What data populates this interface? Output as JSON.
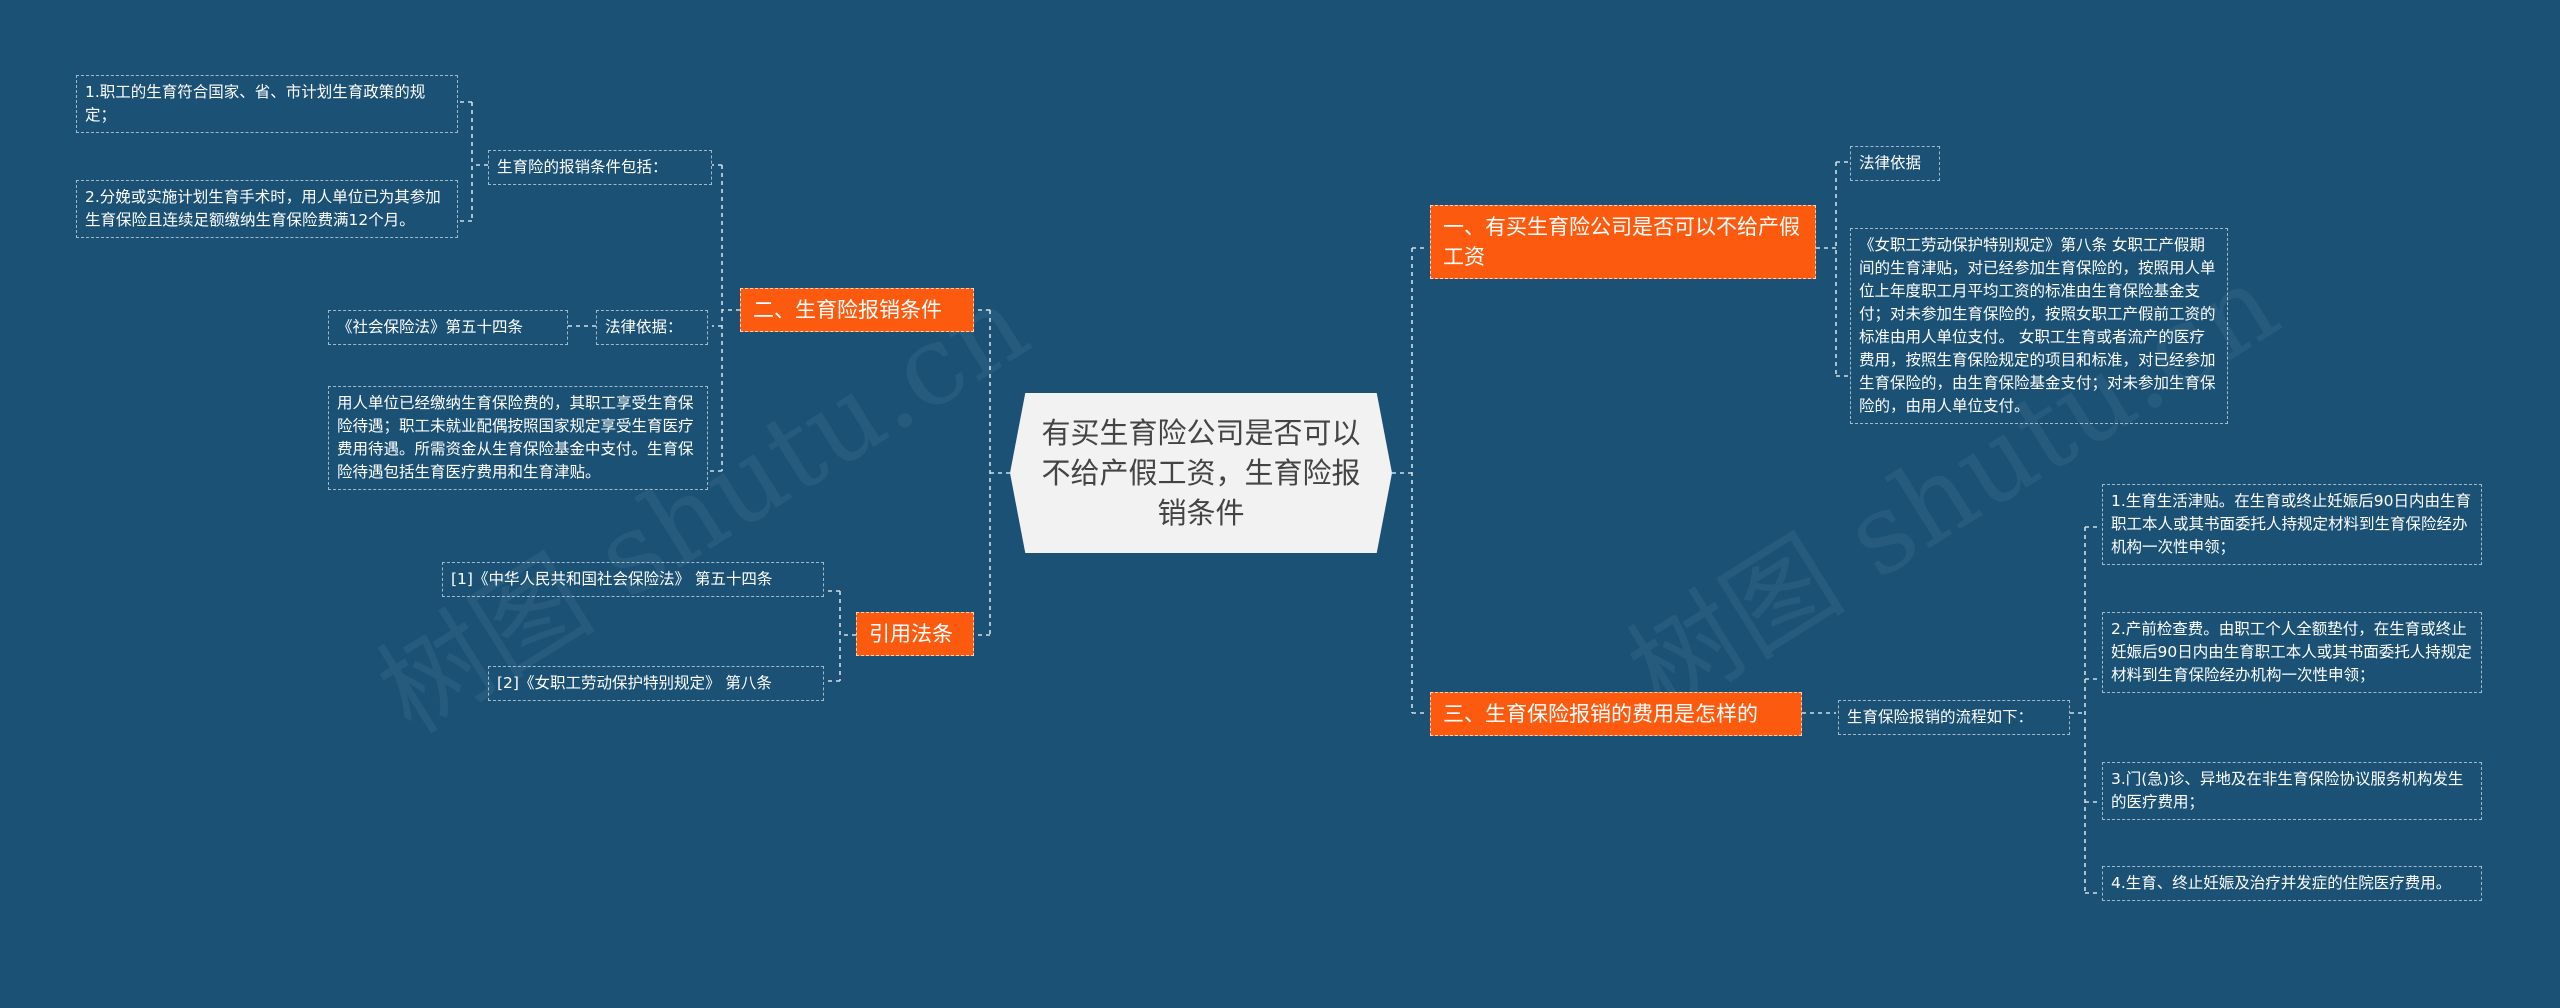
{
  "root": {
    "title": "有买生育险公司是否可以不给产假工资，生育险报销条件"
  },
  "watermark": {
    "text": "树图 shutu.cn"
  },
  "topics": {
    "t1": {
      "label": "一、有买生育险公司是否可以不给产假工资"
    },
    "t2": {
      "label": "二、生育险报销条件"
    },
    "t3": {
      "label": "三、生育保险报销的费用是怎样的"
    },
    "t4": {
      "label": "引用法条"
    }
  },
  "leaves": {
    "t1_basis": "法律依据",
    "t1_text": "《女职工劳动保护特别规定》第八条 女职工产假期间的生育津贴，对已经参加生育保险的，按照用人单位上年度职工月平均工资的标准由生育保险基金支付；对未参加生育保险的，按照女职工产假前工资的标准由用人单位支付。 女职工生育或者流产的医疗费用，按照生育保险规定的项目和标准，对已经参加生育保险的，由生育保险基金支付；对未参加生育保险的，由用人单位支付。",
    "t2_cond_label": "生育险的报销条件包括：",
    "t2_cond1": "1.职工的生育符合国家、省、市计划生育政策的规定；",
    "t2_cond2": "2.分娩或实施计划生育手术时，用人单位已为其参加生育保险且连续足额缴纳生育保险费满12个月。",
    "t2_basis_label": "法律依据：",
    "t2_basis_law": "《社会保险法》第五十四条",
    "t2_text": "用人单位已经缴纳生育保险费的，其职工享受生育保险待遇；职工未就业配偶按照国家规定享受生育医疗费用待遇。所需资金从生育保险基金中支付。生育保险待遇包括生育医疗费用和生育津贴。",
    "t3_flow_label": "生育保险报销的流程如下：",
    "t3_item1": "1.生育生活津贴。在生育或终止妊娠后90日内由生育职工本人或其书面委托人持规定材料到生育保险经办机构一次性申领；",
    "t3_item2": "2.产前检查费。由职工个人全额垫付，在生育或终止妊娠后90日内由生育职工本人或其书面委托人持规定材料到生育保险经办机构一次性申领；",
    "t3_item3": "3.门(急)诊、异地及在非生育保险协议服务机构发生的医疗费用；",
    "t3_item4": "4.生育、终止妊娠及治疗并发症的住院医疗费用。",
    "t4_ref1": "[1]《中华人民共和国社会保险法》 第五十四条",
    "t4_ref2": "[2]《女职工劳动保护特别规定》 第八条"
  },
  "colors": {
    "background": "#1a5175",
    "topic": "#fb5a0f",
    "root": "#f2f2f2",
    "line": "#ffffff"
  }
}
